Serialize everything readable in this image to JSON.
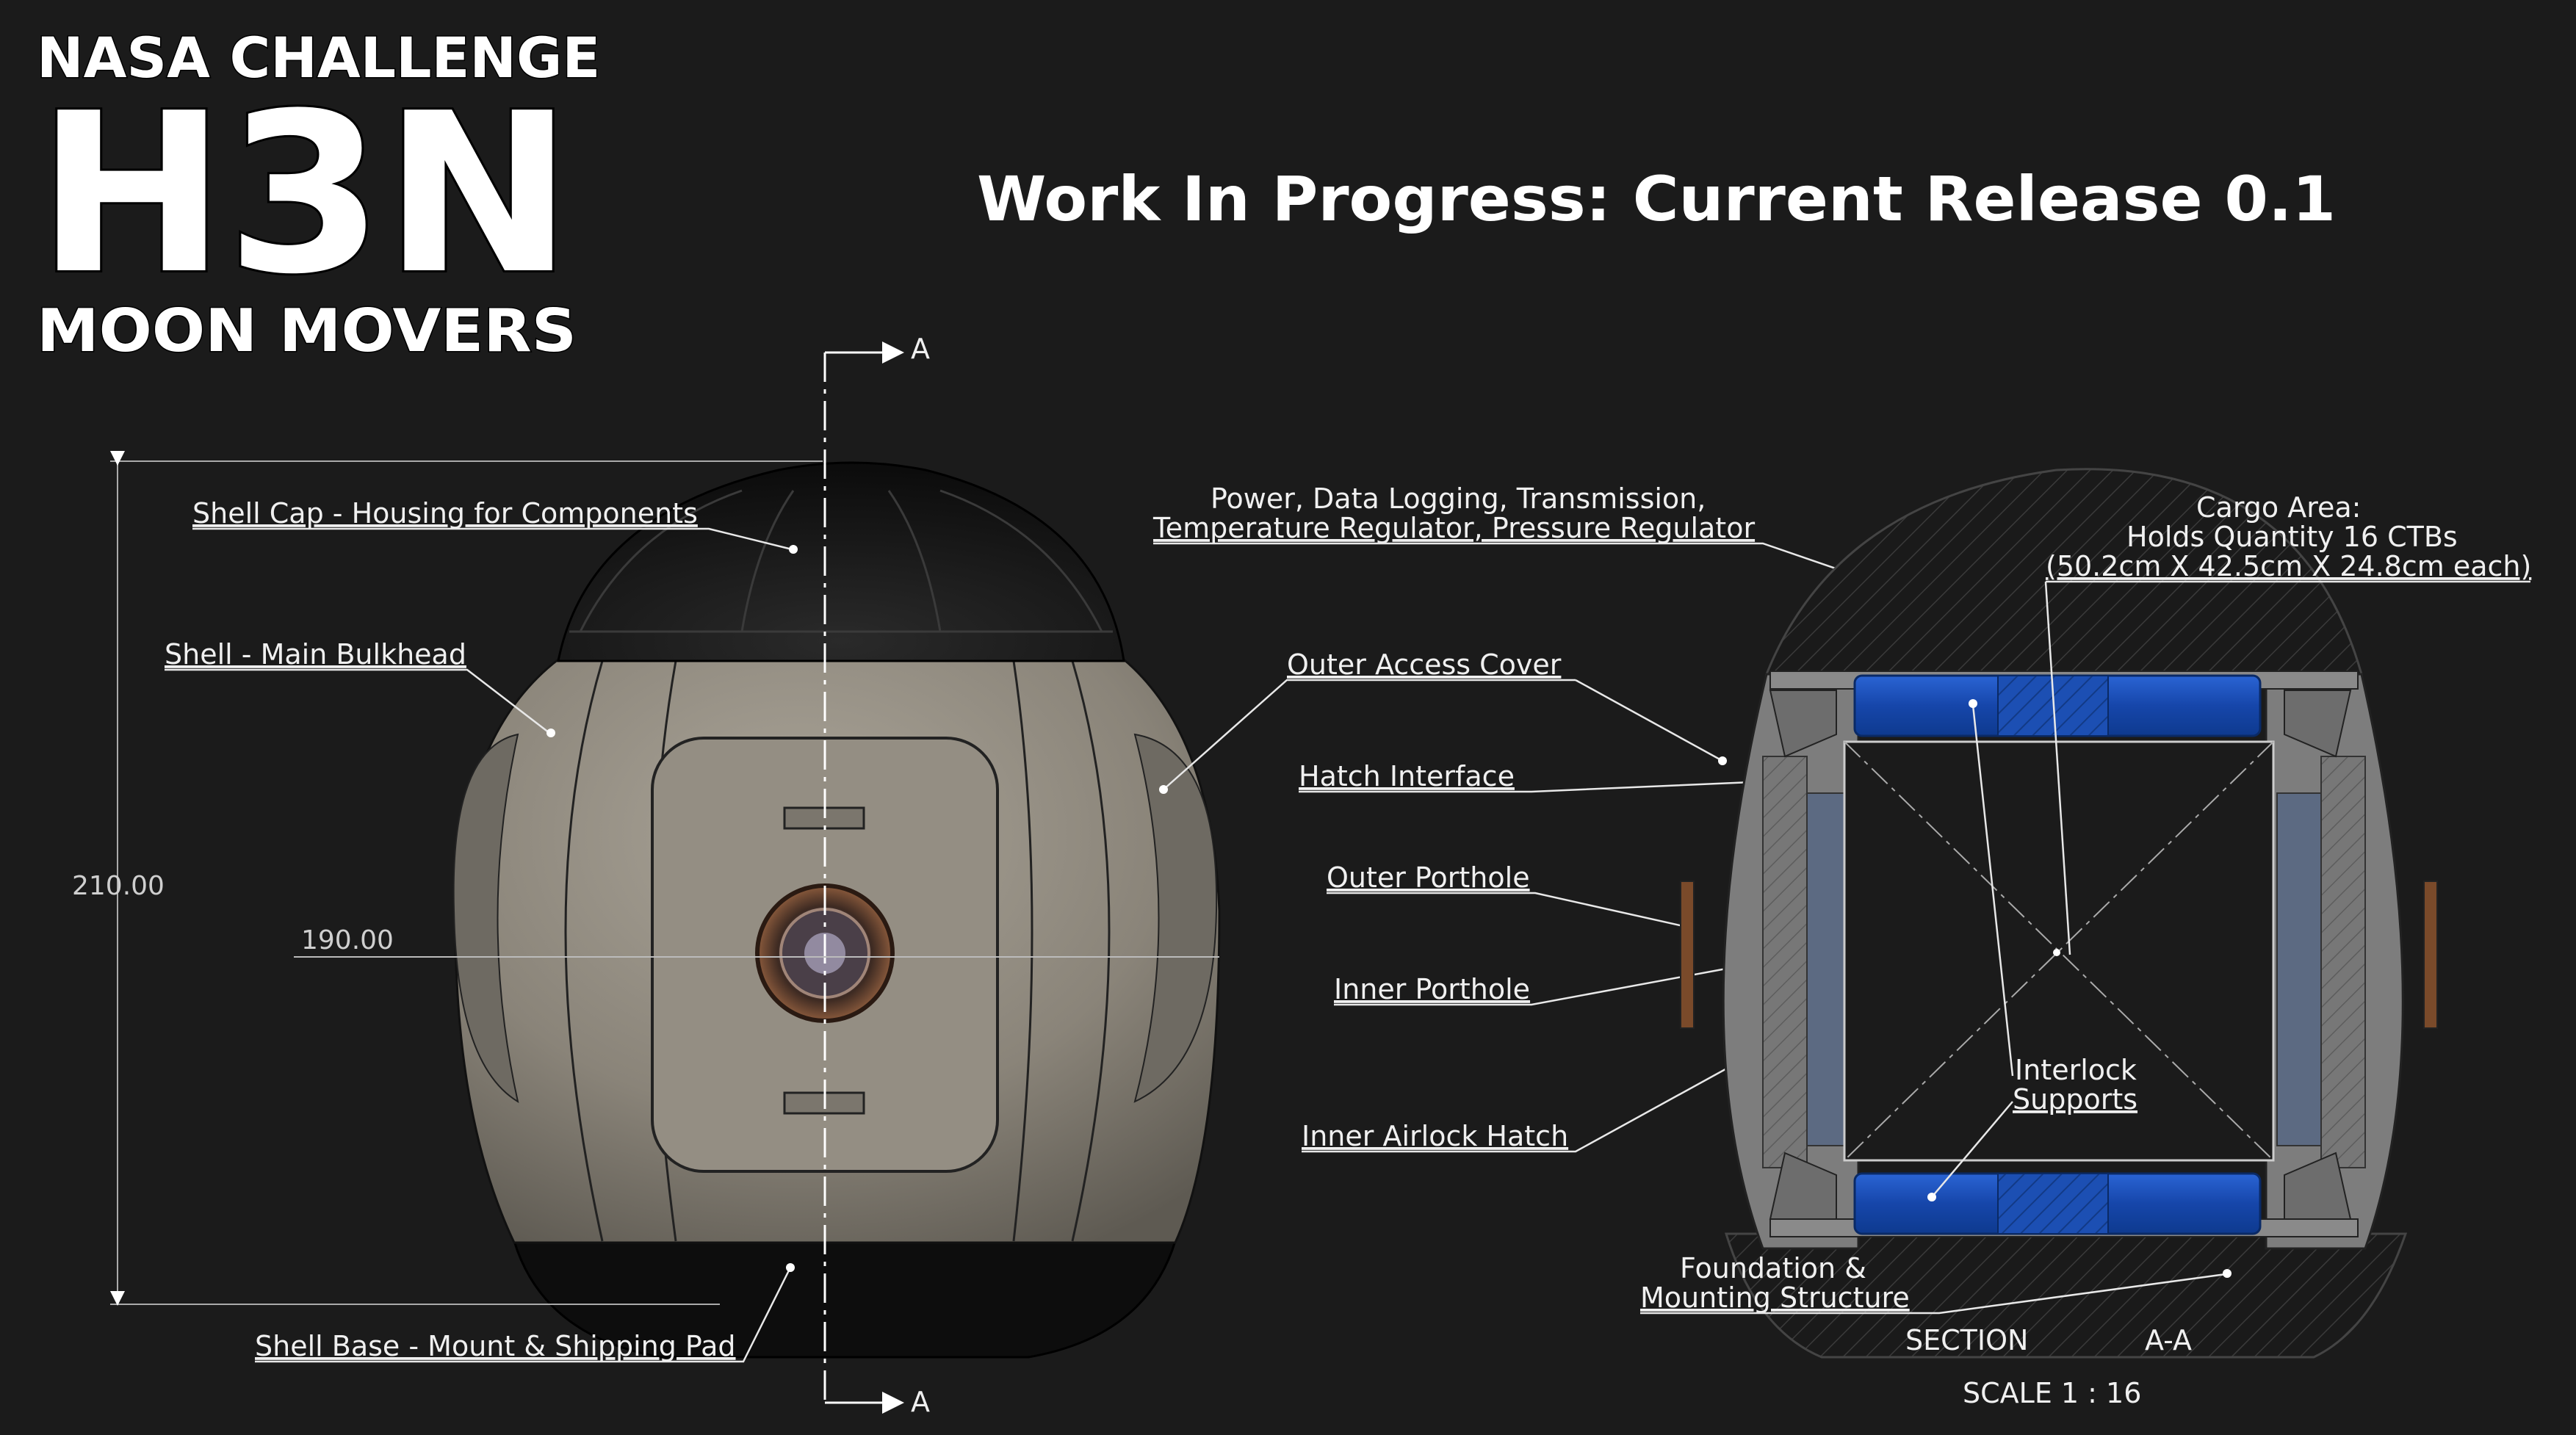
{
  "logo": {
    "line1": "NASA CHALLENGE",
    "line2": "H3N",
    "line3": "MOON MOVERS"
  },
  "headline": "Work In Progress: Current Release 0.1",
  "section_markers": {
    "top": "A",
    "bottom": "A"
  },
  "dimensions": {
    "height": "210.00",
    "width": "190.00"
  },
  "front_view_callouts": {
    "shell_cap": "Shell Cap - Housing for Components",
    "shell_main": "Shell - Main Bulkhead",
    "shell_base": "Shell Base - Mount & Shipping Pad"
  },
  "middle_callouts": {
    "power_line1": "Power, Data Logging, Transmission,",
    "power_line2": "Temperature Regulator, Pressure Regulator",
    "outer_access_cover": "Outer Access Cover",
    "hatch_interface": "Hatch Interface",
    "outer_porthole": "Outer Porthole",
    "inner_porthole": "Inner Porthole",
    "inner_airlock_hatch": "Inner Airlock Hatch"
  },
  "section_callouts": {
    "cargo_line1": "Cargo Area:",
    "cargo_line2": "Holds Quantity 16 CTBs",
    "cargo_line3": "(50.2cm X 42.5cm X 24.8cm each)",
    "interlock_line1": "Interlock",
    "interlock_line2": "Supports",
    "foundation_line1": "Foundation &",
    "foundation_line2": "Mounting Structure"
  },
  "section_label": {
    "title": "SECTION",
    "suffix": "A-A",
    "scale": "SCALE  1 : 16"
  },
  "colors": {
    "background": "#1b1b1b",
    "shell_body": "#8d877c",
    "shell_cap": "#151515",
    "cargo_blue": "#1c4fb3",
    "section_gray": "#7a7a7a",
    "text": "#f2f2f2"
  }
}
